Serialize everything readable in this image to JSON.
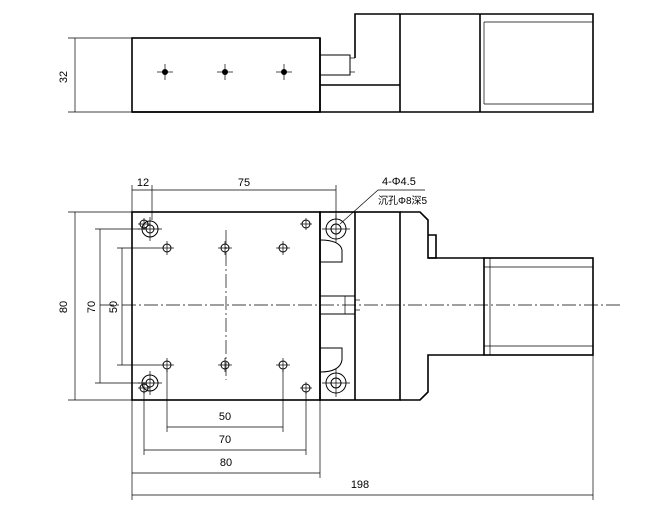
{
  "dimensions": {
    "side_height": "32",
    "top_width": "75",
    "top_offset": "12",
    "overall_height": "80",
    "inner_70_vertical": "70",
    "inner_50_vertical": "50",
    "bottom_50": "50",
    "bottom_70": "70",
    "bottom_80": "80",
    "overall_length": "198"
  },
  "callout": {
    "holes": "4-Φ4.5",
    "counterbore": "沉孔Φ8深5"
  }
}
